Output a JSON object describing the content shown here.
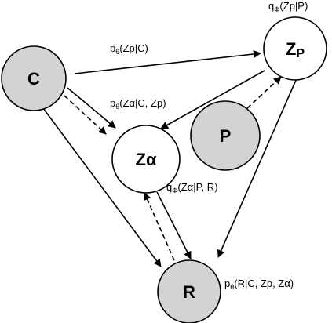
{
  "diagram": {
    "nodes": [
      {
        "id": "C",
        "label": "C",
        "observed": true
      },
      {
        "id": "Zp",
        "label": "Z",
        "label_sub": "P",
        "observed": false
      },
      {
        "id": "P",
        "label": "P",
        "observed": true
      },
      {
        "id": "Za",
        "label": "Zα",
        "observed": false
      },
      {
        "id": "R",
        "label": "R",
        "observed": true
      }
    ],
    "labels": {
      "p_zp_c": {
        "fn": "p",
        "sub": "θ",
        "arg": "(Zp|C)"
      },
      "q_zp_p": {
        "fn": "q",
        "sub": "Φ",
        "arg": "(Zp|P)"
      },
      "p_za_c_zp": {
        "fn": "p",
        "sub": "θ",
        "arg": "(Zα|C, Zp)"
      },
      "q_za_p_r": {
        "fn": "q",
        "sub": "Φ",
        "arg": "(Zα|P, R)"
      },
      "p_r_c_zp_za": {
        "fn": "p",
        "sub": "θ",
        "arg": "(R|C, Zp, Zα)"
      }
    },
    "colors": {
      "observed_fill": "#d3d3d3",
      "latent_fill": "#ffffff",
      "stroke": "#000000"
    }
  }
}
